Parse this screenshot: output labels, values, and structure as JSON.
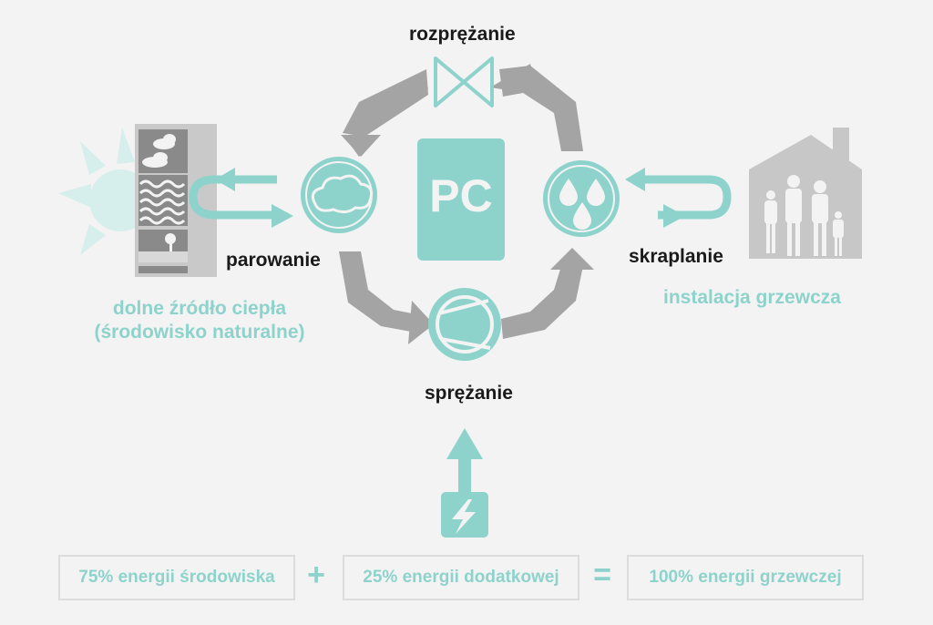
{
  "labels": {
    "expansion": "rozprężanie",
    "evaporation": "parowanie",
    "condensation": "skraplanie",
    "compression": "sprężanie",
    "source_line1": "dolne źródło ciepła",
    "source_line2": "(środowisko naturalne)",
    "heating": "instalacja grzewcza",
    "pc": "PC"
  },
  "equation": {
    "box1": "75% energii środowiska",
    "plus": "+",
    "box2": "25% energii dodatkowej",
    "equals": "=",
    "box3": "100% energii grzewczej"
  },
  "colors": {
    "teal": "#8dd3cc",
    "gray_arrow": "#a4a4a4",
    "building": "#c7c7c7",
    "background": "#f3f3f3"
  },
  "icons": [
    "sun-icon",
    "cloud-icon",
    "waves-icon",
    "tree-icon",
    "cloud-circle-icon",
    "drops-circle-icon",
    "valve-icon",
    "compressor-icon",
    "lightning-icon",
    "house-icon",
    "family-icon"
  ]
}
